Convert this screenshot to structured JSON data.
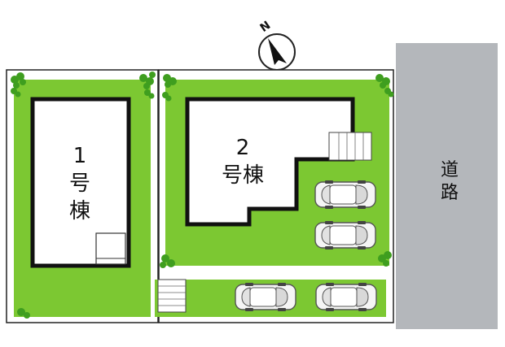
{
  "compass": {
    "label": "N"
  },
  "buildings": [
    {
      "id": "1",
      "line1": "1",
      "line2": "号",
      "line3": "棟"
    },
    {
      "id": "2",
      "line1": "2",
      "line2": "号棟"
    }
  ],
  "road": {
    "line1": "道",
    "line2": "路"
  },
  "parking": {
    "count": 4
  },
  "colors": {
    "lawn": "#7cc832",
    "road": "#b4b7bb",
    "outline": "#222222",
    "wall": "#111111",
    "tree": "#3f9e1f"
  }
}
